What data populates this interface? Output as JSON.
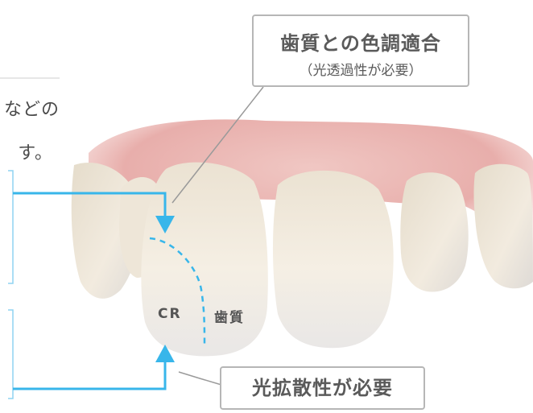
{
  "intro_text": {
    "line1": "などの",
    "line2": "す。"
  },
  "callout_top": {
    "title": "歯質との色調適合",
    "note": "（光透過性が必要）"
  },
  "callout_bottom": {
    "title": "光拡散性が必要"
  },
  "tooth_labels": {
    "cr": "CR",
    "enamel": "歯質"
  },
  "colors": {
    "arrow": "#38b6ea",
    "leader": "#9a9a9a",
    "gum": "#eab4b1",
    "tooth": "#f3ecdf"
  }
}
